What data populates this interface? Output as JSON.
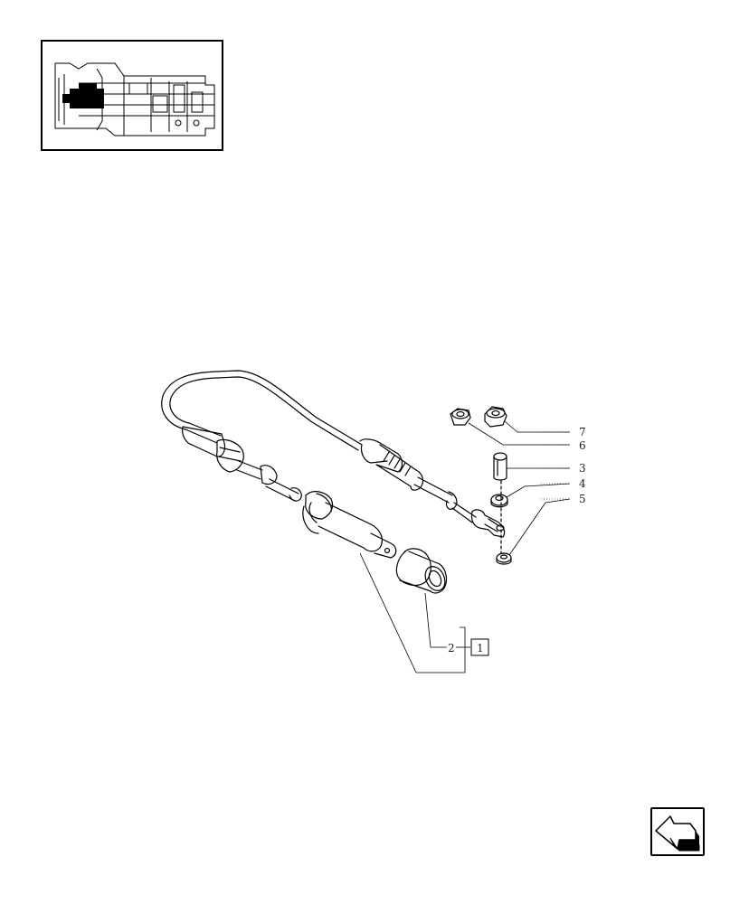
{
  "diagram": {
    "callouts": [
      {
        "id": "ref-7",
        "label": "7"
      },
      {
        "id": "ref-6",
        "label": "6"
      },
      {
        "id": "ref-3",
        "label": "3"
      },
      {
        "id": "ref-4",
        "label": "4"
      },
      {
        "id": "ref-5",
        "label": "5"
      },
      {
        "id": "ref-2",
        "label": "2"
      },
      {
        "id": "ref-1",
        "label": "1"
      }
    ]
  },
  "navigation": {
    "next_icon": "arrow-right-icon"
  },
  "colors": {
    "line": "#000000",
    "background": "#ffffff",
    "highlight": "#000000"
  }
}
